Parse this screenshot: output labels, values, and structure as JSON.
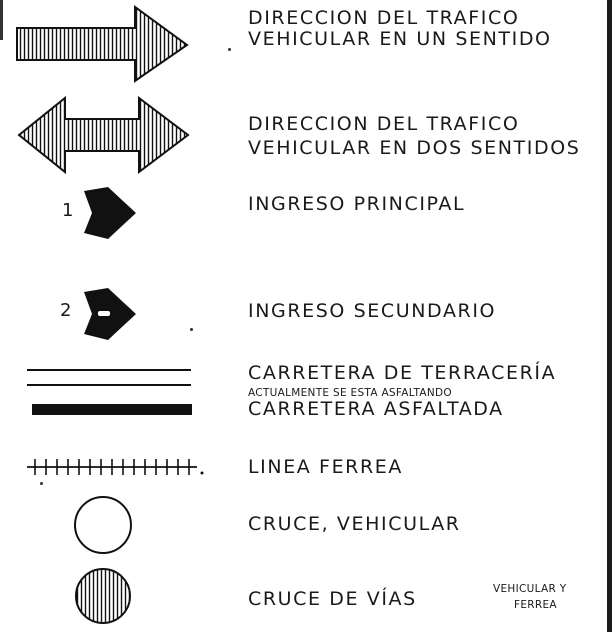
{
  "legend": {
    "one_way": {
      "line1": "DIRECCION DEL TRAFICO",
      "line2": "VEHICULAR EN UN SENTIDO",
      "icon": "hatched-right-arrow"
    },
    "two_way": {
      "line1": "DIRECCION DEL TRAFICO",
      "line2": "VEHICULAR EN DOS SENTIDOS",
      "icon": "hatched-double-arrow"
    },
    "main_entry": {
      "number": "1",
      "label": "INGRESO PRINCIPAL",
      "icon": "solid-entry-arrow"
    },
    "secondary_entry": {
      "number": "2",
      "label": "INGRESO SECUNDARIO",
      "icon": "solid-entry-arrow-with-gap"
    },
    "dirt_road": {
      "label": "CARRETERA DE TERRACERÍA",
      "note": "ACTUALMENTE SE ESTA ASFALTANDO",
      "icon": "double-line"
    },
    "paved_road": {
      "label": "CARRETERA ASFALTADA",
      "icon": "thick-black-bar"
    },
    "railway": {
      "label": "LINEA FERREA",
      "icon": "railway-track"
    },
    "vehicle_crossing": {
      "label": "CRUCE, VEHICULAR",
      "icon": "empty-circle"
    },
    "road_rail_crossing": {
      "label": "CRUCE DE VÍAS",
      "note_line1": "VEHICULAR Y",
      "note_line2": "FERREA",
      "icon": "hatched-circle"
    }
  },
  "colors": {
    "ink": "#111111",
    "paper": "#ffffff"
  }
}
